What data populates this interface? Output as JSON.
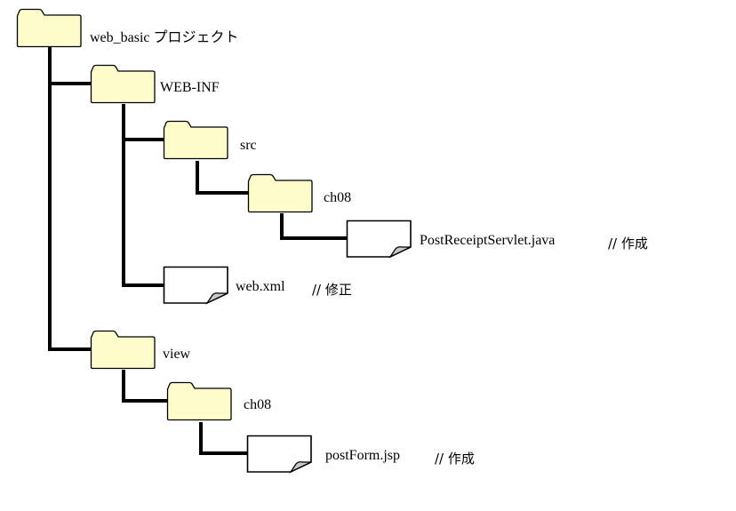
{
  "colors": {
    "folder_fill": "#FFFCCC",
    "outline": "#000000",
    "file_fill": "#FFFFFF",
    "fold_fill": "#C8C8C8",
    "connector": "#000000"
  },
  "nodes": [
    {
      "id": "root",
      "type": "folder",
      "icon": "folder-icon",
      "label": "web_basic プロジェクト",
      "comment": ""
    },
    {
      "id": "web-inf",
      "type": "folder",
      "icon": "folder-icon",
      "label": "WEB-INF",
      "comment": ""
    },
    {
      "id": "src",
      "type": "folder",
      "icon": "folder-icon",
      "label": "src",
      "comment": ""
    },
    {
      "id": "src-ch08",
      "type": "folder",
      "icon": "folder-icon",
      "label": "ch08",
      "comment": ""
    },
    {
      "id": "servlet",
      "type": "file",
      "icon": "file-icon",
      "label": "PostReceiptServlet.java",
      "comment": "//  作成"
    },
    {
      "id": "webxml",
      "type": "file",
      "icon": "file-icon",
      "label": "web.xml",
      "comment": "//  修正"
    },
    {
      "id": "view",
      "type": "folder",
      "icon": "folder-icon",
      "label": "view",
      "comment": ""
    },
    {
      "id": "view-ch08",
      "type": "folder",
      "icon": "folder-icon",
      "label": "ch08",
      "comment": ""
    },
    {
      "id": "postform",
      "type": "file",
      "icon": "file-icon",
      "label": "postForm.jsp",
      "comment": "//  作成"
    }
  ]
}
